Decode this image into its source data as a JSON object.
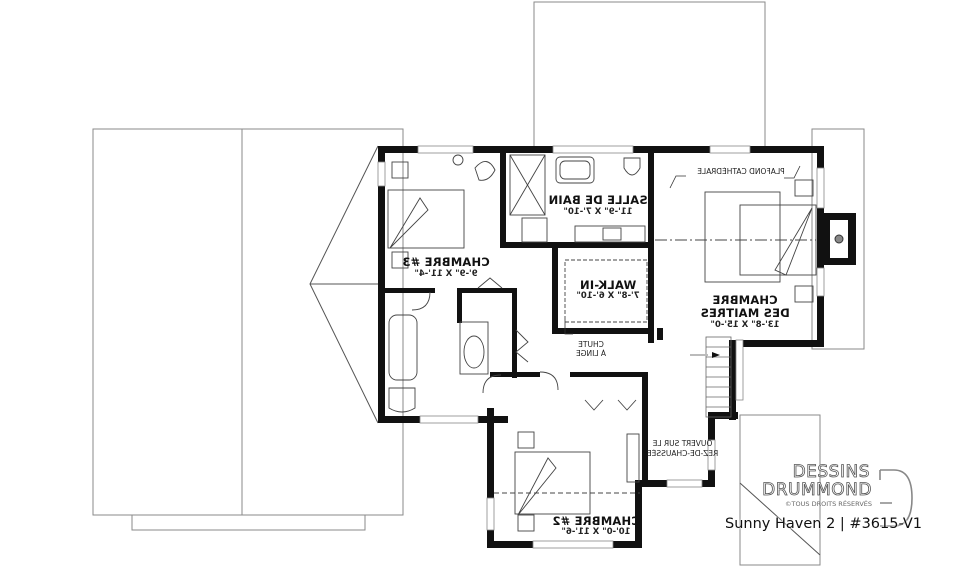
{
  "plan": {
    "title": "Sunny Haven 2 | #3615-V1",
    "mirrored": true
  },
  "brand": {
    "line1": "DESSINS",
    "line2": "DRUMMOND",
    "copyright": "©TOUS DROITS RÉSERVÉS",
    "logo_icon": "drummond-d-logo"
  },
  "rooms": {
    "salle_de_bain": {
      "name": "SALLE DE BAIN",
      "dims": "11'-9\" X 7'-10\""
    },
    "chambre_3": {
      "name": "CHAMBRE #3",
      "dims": "9'-9\" X 11'-4\""
    },
    "walk_in": {
      "name": "WALK-IN",
      "dims": "7'-8\" X 6'-10\""
    },
    "chambre_maitres": {
      "name_line1": "CHAMBRE",
      "name_line2": "DES MAITRES",
      "dims": "13'-8\" X 15'-0\""
    },
    "chambre_2": {
      "name": "CHAMBRE #2",
      "dims": "10'-0\" X 11'-6\""
    }
  },
  "notes": {
    "plafond": "PLAFOND CATHÉDRALE",
    "chute_line1": "CHUTE",
    "chute_line2": "À LINGE",
    "ouvert_line1": "OUVERT SUR LE",
    "ouvert_line2": "REZ-DE-CHAUSSÉE"
  },
  "colors": {
    "wall": "#111111",
    "line": "#777777",
    "background": "#ffffff"
  }
}
